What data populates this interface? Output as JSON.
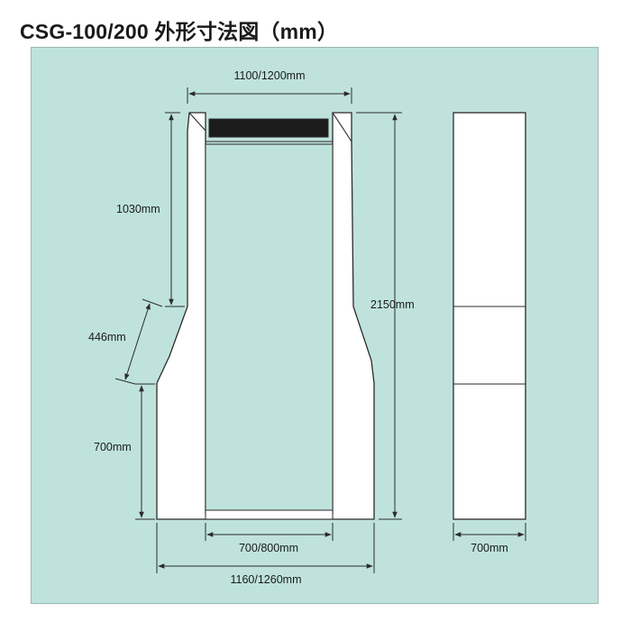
{
  "title": "CSG-100/200 外形寸法図（mm）",
  "colors": {
    "panel_background": "#bfe3dc",
    "outline": "#2b2b2b",
    "gate_body": "#ffffff",
    "display_bar": "#1c1c1c"
  },
  "dimensions": {
    "top_width": "1100/1200mm",
    "upper_height": "1030mm",
    "slant_length": "446mm",
    "lower_height": "700mm",
    "total_height": "2150mm",
    "inner_width": "700/800mm",
    "base_width": "1160/1260mm",
    "side_depth": "700mm"
  }
}
